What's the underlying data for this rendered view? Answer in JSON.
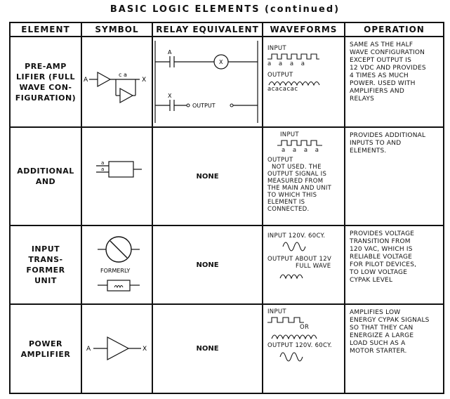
{
  "title": "BASIC LOGIC ELEMENTS (continued)",
  "headers": [
    "ELEMENT",
    "SYMBOL",
    "RELAY EQUIVALENT",
    "WAVEFORMS",
    "OPERATION"
  ],
  "rows": [
    {
      "element": [
        "PRE-AMP",
        "LIFIER (FULL",
        "WAVE CON-",
        "FIGURATION)"
      ],
      "symbol": {
        "input": "A",
        "output": "X",
        "labels": "c a"
      },
      "relay": {
        "contact1": "A",
        "contact2": "X",
        "coil": "X",
        "output": "OUTPUT"
      },
      "waveforms": {
        "input": "INPUT",
        "input_marks": "a a a a",
        "output": "OUTPUT",
        "output_marks": "acacacac"
      },
      "operation": [
        "SAME AS THE HALF",
        "WAVE CONFIGURATION",
        "EXCEPT OUTPUT IS",
        "12 VDC AND PROVIDES",
        "4 TIMES AS MUCH",
        "POWER. USED WITH",
        "AMPLIFIERS AND",
        "RELAYS"
      ]
    },
    {
      "element": [
        "ADDITIONAL",
        "AND"
      ],
      "symbol": {
        "inputs": "a a"
      },
      "relay": "NONE",
      "waveforms": {
        "input": "INPUT",
        "input_marks": "a a a a",
        "output": [
          "OUTPUT",
          "NOT USED. THE",
          "OUTPUT SIGNAL IS",
          "MEASURED FROM",
          "THE MAIN AND UNIT",
          "TO WHICH THIS",
          "ELEMENT IS",
          "CONNECTED."
        ]
      },
      "operation": [
        "PROVIDES ADDITIONAL",
        "INPUTS TO AND",
        "ELEMENTS."
      ]
    },
    {
      "element": [
        "INPUT",
        "TRANS-",
        "FORMER",
        "UNIT"
      ],
      "symbol": {
        "formerly": "FORMERLY"
      },
      "relay": "NONE",
      "waveforms": {
        "input": "INPUT 120V. 60CY.",
        "output1": "OUTPUT ABOUT 12V",
        "output2": "FULL WAVE"
      },
      "operation": [
        "PROVIDES VOLTAGE",
        "TRANSITION FROM",
        "120 VAC, WHICH IS",
        "RELIABLE VOLTAGE",
        "FOR PILOT DEVICES,",
        "TO LOW VOLTAGE",
        "CYPAK LEVEL"
      ]
    },
    {
      "element": [
        "POWER",
        "AMPLIFIER"
      ],
      "symbol": {
        "input": "A",
        "output": "X"
      },
      "relay": "NONE",
      "waveforms": {
        "input": "INPUT",
        "or": "OR",
        "output": "OUTPUT 120V. 60CY."
      },
      "operation": [
        "AMPLIFIES LOW",
        "ENERGY CYPAK SIGNALS",
        "SO THAT THEY CAN",
        "ENERGIZE A LARGE",
        "LOAD SUCH AS A",
        "MOTOR STARTER."
      ]
    }
  ]
}
